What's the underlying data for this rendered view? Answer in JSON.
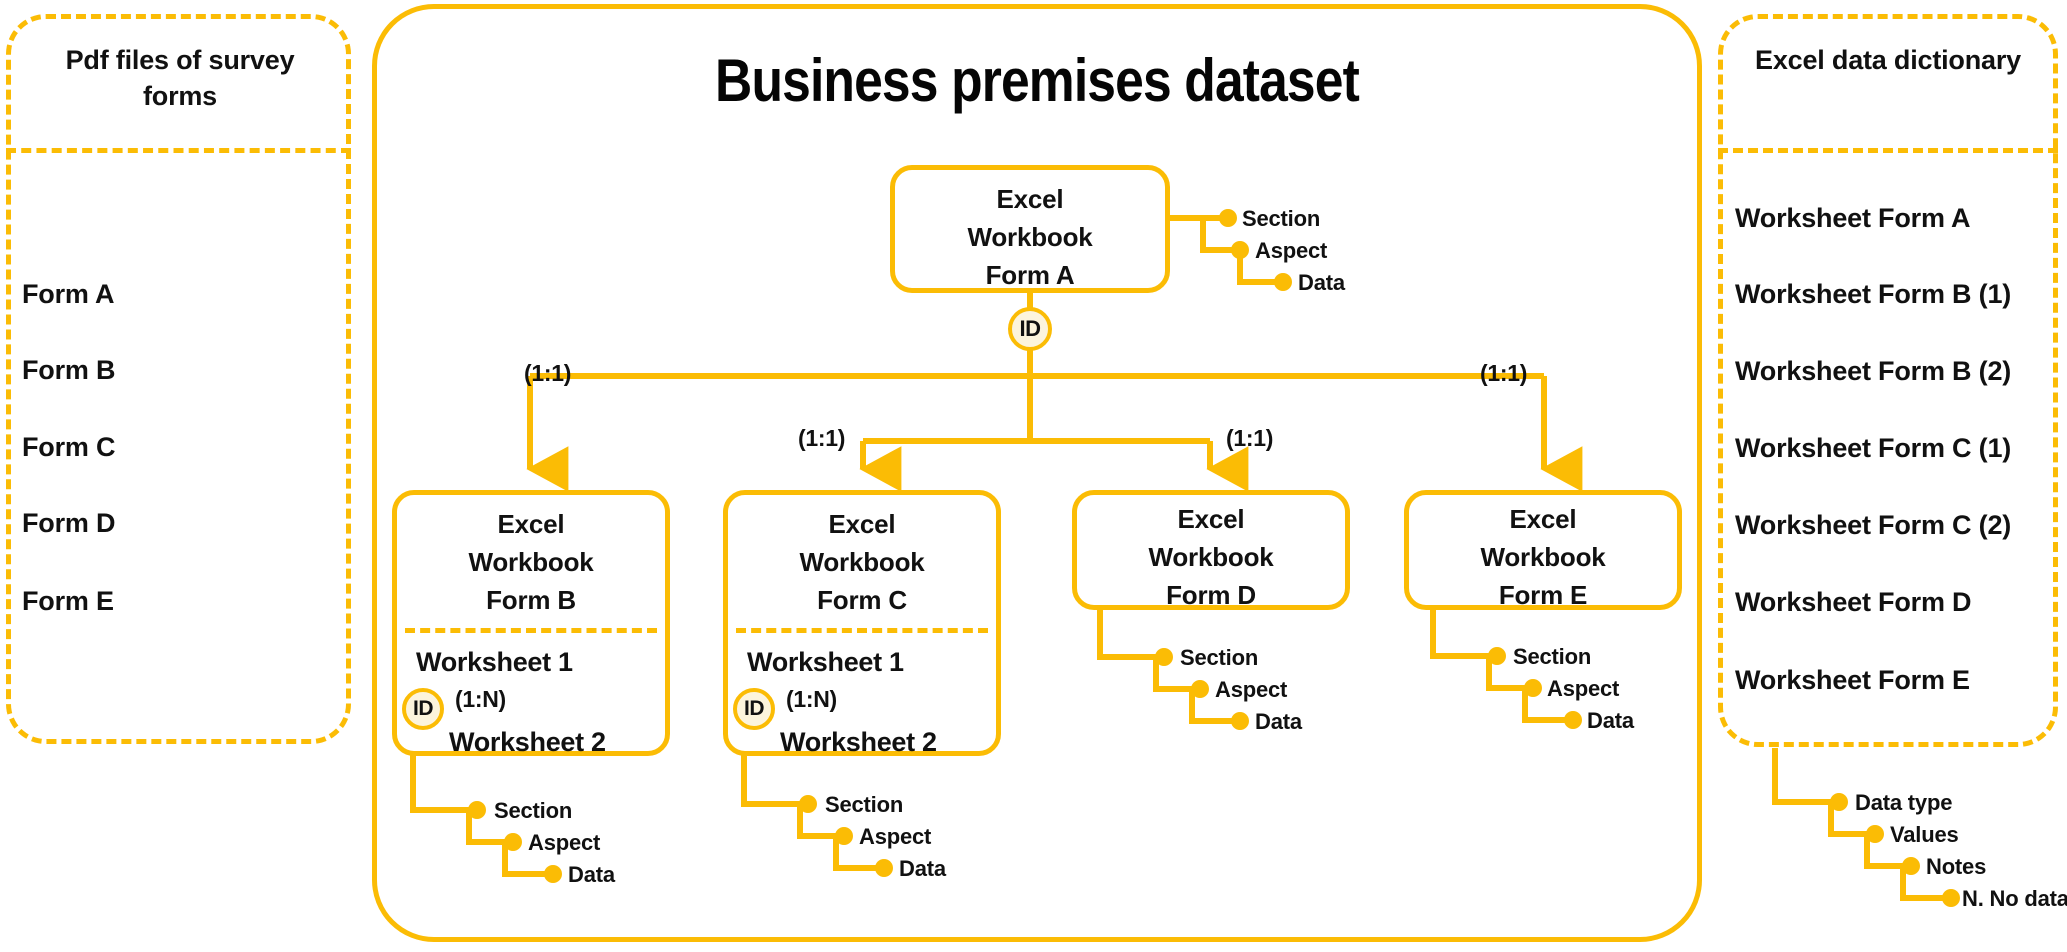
{
  "diagram": {
    "accent_color": "#FBBC05",
    "badge_fill_color": "#FCF4DC",
    "text_color": "#111111",
    "background_color": "#FFFFFF"
  },
  "left_panel": {
    "title": "Pdf files of survey forms",
    "items": [
      {
        "label": "Form A"
      },
      {
        "label": "Form B"
      },
      {
        "label": "Form C"
      },
      {
        "label": "Form D"
      },
      {
        "label": "Form E"
      }
    ]
  },
  "right_panel": {
    "title": "Excel data dictionary",
    "items": [
      {
        "label": "Worksheet Form A"
      },
      {
        "label": "Worksheet Form B (1)"
      },
      {
        "label": "Worksheet Form B (2)"
      },
      {
        "label": "Worksheet Form C (1)"
      },
      {
        "label": "Worksheet Form C (2)"
      },
      {
        "label": "Worksheet Form D"
      },
      {
        "label": "Worksheet Form E"
      }
    ],
    "leaves": [
      {
        "label": "Data type"
      },
      {
        "label": "Values"
      },
      {
        "label": "Notes"
      },
      {
        "label": "N. No data"
      }
    ]
  },
  "main": {
    "title": "Business premises dataset",
    "root": {
      "title_lines": [
        "Excel",
        "Workbook",
        "Form A"
      ],
      "id_badge": "ID",
      "leaves": [
        {
          "label": "Section"
        },
        {
          "label": "Aspect"
        },
        {
          "label": "Data"
        }
      ]
    },
    "edge_labels": {
      "outer_left": "(1:1)",
      "outer_right": "(1:1)",
      "inner_left": "(1:1)",
      "inner_right": "(1:1)"
    },
    "children": [
      {
        "title_lines": [
          "Excel",
          "Workbook",
          "Form B"
        ],
        "has_worksheets": true,
        "worksheets": [
          "Worksheet 1",
          "Worksheet 2"
        ],
        "id_badge": "ID",
        "cardinality": "(1:N)",
        "leaves": [
          {
            "label": "Section"
          },
          {
            "label": "Aspect"
          },
          {
            "label": "Data"
          }
        ]
      },
      {
        "title_lines": [
          "Excel",
          "Workbook",
          "Form C"
        ],
        "has_worksheets": true,
        "worksheets": [
          "Worksheet 1",
          "Worksheet 2"
        ],
        "id_badge": "ID",
        "cardinality": "(1:N)",
        "leaves": [
          {
            "label": "Section"
          },
          {
            "label": "Aspect"
          },
          {
            "label": "Data"
          }
        ]
      },
      {
        "title_lines": [
          "Excel",
          "Workbook",
          "Form D"
        ],
        "has_worksheets": false,
        "worksheets": [],
        "id_badge": "",
        "cardinality": "",
        "leaves": [
          {
            "label": "Section"
          },
          {
            "label": "Aspect"
          },
          {
            "label": "Data"
          }
        ]
      },
      {
        "title_lines": [
          "Excel",
          "Workbook",
          "Form E"
        ],
        "has_worksheets": false,
        "worksheets": [],
        "id_badge": "",
        "cardinality": "",
        "leaves": [
          {
            "label": "Section"
          },
          {
            "label": "Aspect"
          },
          {
            "label": "Data"
          }
        ]
      }
    ]
  }
}
